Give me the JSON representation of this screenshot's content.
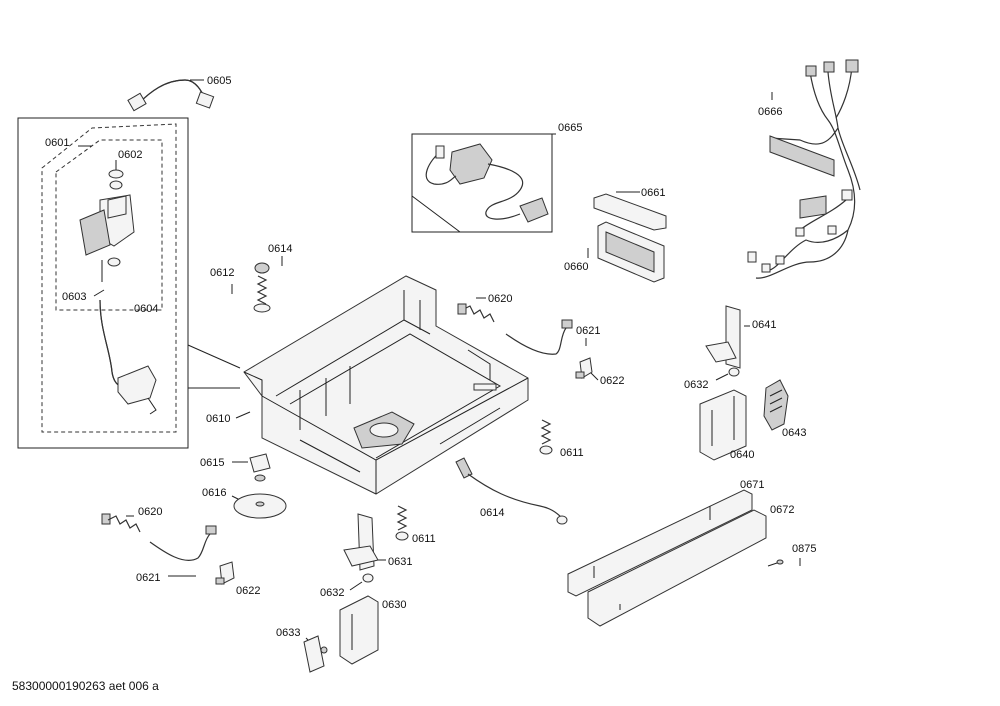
{
  "diagram": {
    "labels": {
      "p0605": "0605",
      "p0601": "0601",
      "p0602": "0602",
      "p0603": "0603",
      "p0604": "0604",
      "p0665": "0665",
      "p0666": "0666",
      "p0661": "0661",
      "p0660": "0660",
      "p0614a": "0614",
      "p0612": "0612",
      "p0620a": "0620",
      "p0621a": "0621",
      "p0622a": "0622",
      "p0641": "0641",
      "p0632a": "0632",
      "p0643": "0643",
      "p0640": "0640",
      "p0610": "0610",
      "p0611a": "0611",
      "p0615": "0615",
      "p0616": "0616",
      "p0614b": "0614",
      "p0671": "0671",
      "p0672": "0672",
      "p0875": "0875",
      "p0620b": "0620",
      "p0611b": "0611",
      "p0631": "0631",
      "p0621b": "0621",
      "p0622b": "0622",
      "p0632b": "0632",
      "p0630": "0630",
      "p0633": "0633"
    },
    "footer": "58300000190263 aet 006 a"
  }
}
